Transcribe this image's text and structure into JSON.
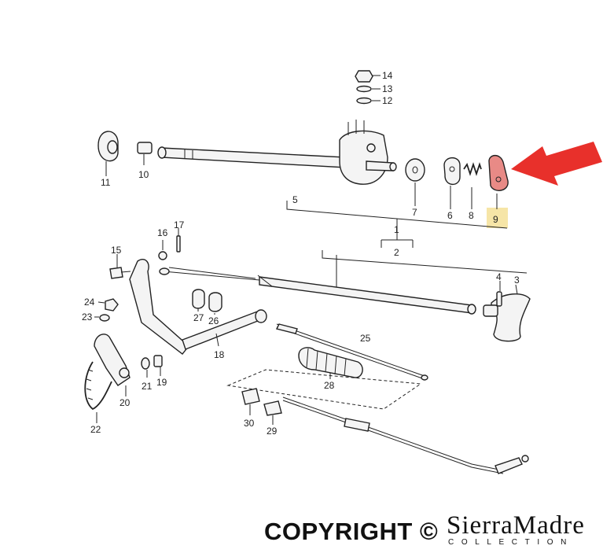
{
  "diagram": {
    "highlighted_callout": "9",
    "arrow_color": "#e8302b",
    "highlight_color": "#f3dc8a",
    "part_highlight_color": "#e88a86",
    "callouts": {
      "c1": "1",
      "c2": "2",
      "c3": "3",
      "c4": "4",
      "c5": "5",
      "c6": "6",
      "c7": "7",
      "c8": "8",
      "c9": "9",
      "c10": "10",
      "c11": "11",
      "c12": "12",
      "c13": "13",
      "c14": "14",
      "c15": "15",
      "c16": "16",
      "c17": "17",
      "c18": "18",
      "c19": "19",
      "c20": "20",
      "c21": "21",
      "c22": "22",
      "c23": "23",
      "c24": "24",
      "c25": "25",
      "c26": "26",
      "c27": "27",
      "c28": "28",
      "c29": "29",
      "c30": "30"
    }
  },
  "footer": {
    "copyright": "COPYRIGHT ©",
    "brand_name": "SierraMadre",
    "brand_sub": "COLLECTION"
  }
}
